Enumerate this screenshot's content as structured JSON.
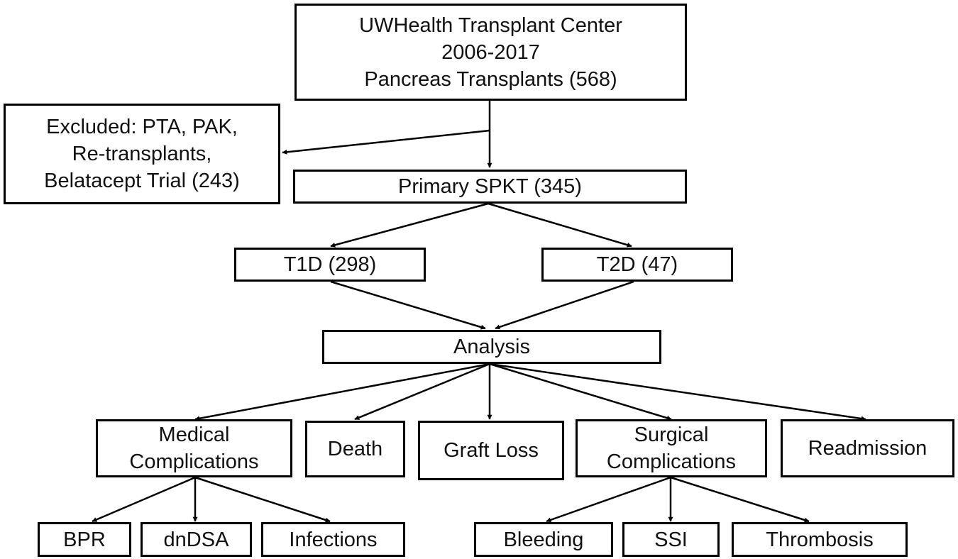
{
  "diagram": {
    "source_box": {
      "lines": [
        "UWHealth Transplant Center",
        "2006-2017",
        "Pancreas Transplants (568)"
      ]
    },
    "excluded_box": {
      "lines": [
        "Excluded: PTA, PAK,",
        "Re-transplants,",
        "Belatacept Trial (243)"
      ]
    },
    "primary_box": {
      "label": "Primary SPKT (345)"
    },
    "t1d_box": {
      "label": "T1D (298)"
    },
    "t2d_box": {
      "label": "T2D (47)"
    },
    "analysis_box": {
      "label": "Analysis"
    },
    "outcomes": {
      "medical": {
        "lines": [
          "Medical",
          "Complications"
        ]
      },
      "death": {
        "label": "Death"
      },
      "graft_loss": {
        "label": "Graft Loss"
      },
      "surgical": {
        "lines": [
          "Surgical",
          "Complications"
        ]
      },
      "readmission": {
        "label": "Readmission"
      }
    },
    "medical_sub": {
      "bpr": {
        "label": "BPR"
      },
      "dndsa": {
        "label": "dnDSA"
      },
      "infections": {
        "label": "Infections"
      }
    },
    "surgical_sub": {
      "bleeding": {
        "label": "Bleeding"
      },
      "ssi": {
        "label": "SSI"
      },
      "thrombosis": {
        "label": "Thrombosis"
      }
    }
  },
  "colors": {
    "stroke": "#000000",
    "text": "#111111",
    "background": "#ffffff"
  }
}
